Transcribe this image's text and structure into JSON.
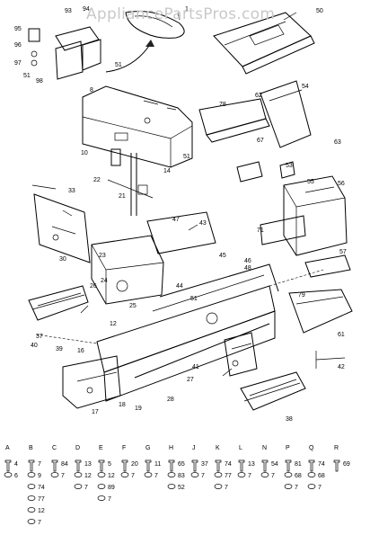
{
  "watermark": "AppliancePartsPros.com",
  "colors": {
    "ink": "#000000",
    "watermark": "#c9c9c9",
    "paper": "#ffffff"
  },
  "callouts": {
    "top": [
      "93",
      "94",
      "1",
      "50",
      "95",
      "96",
      "97",
      "51",
      "51",
      "54",
      "98",
      "78",
      "62",
      "63",
      "67",
      "53",
      "55",
      "56",
      "57",
      "8",
      "10",
      "51",
      "14",
      "22",
      "21",
      "23",
      "24",
      "26",
      "25",
      "12",
      "30",
      "33",
      "43",
      "44",
      "45",
      "46",
      "47",
      "48",
      "51",
      "40",
      "37",
      "39",
      "16",
      "17",
      "18",
      "19",
      "27",
      "28",
      "41",
      "71",
      "79",
      "38",
      "42",
      "61"
    ],
    "letters": [
      "A",
      "B",
      "C",
      "D",
      "E",
      "F",
      "G",
      "H",
      "J",
      "K",
      "L",
      "N",
      "P",
      "Q",
      "R"
    ]
  },
  "hardware": {
    "columns": [
      {
        "letter": "A",
        "labels": [
          "4",
          "6"
        ]
      },
      {
        "letter": "B",
        "labels": [
          "7",
          "9",
          "74",
          "77",
          "12",
          "7"
        ]
      },
      {
        "letter": "C",
        "labels": [
          "84",
          "7"
        ]
      },
      {
        "letter": "D",
        "labels": [
          "13",
          "12",
          "7"
        ]
      },
      {
        "letter": "E",
        "labels": [
          "5",
          "12",
          "89",
          "7"
        ]
      },
      {
        "letter": "F",
        "labels": [
          "20",
          "7"
        ]
      },
      {
        "letter": "G",
        "labels": [
          "11",
          "7"
        ]
      },
      {
        "letter": "H",
        "labels": [
          "65",
          "83",
          "52"
        ]
      },
      {
        "letter": "J",
        "labels": [
          "37",
          "7"
        ]
      },
      {
        "letter": "K",
        "labels": [
          "74",
          "77",
          "7"
        ]
      },
      {
        "letter": "L",
        "labels": [
          "13",
          "7"
        ]
      },
      {
        "letter": "N",
        "labels": [
          "54",
          "7"
        ]
      },
      {
        "letter": "P",
        "labels": [
          "81",
          "68",
          "7"
        ]
      },
      {
        "letter": "Q",
        "labels": [
          "74",
          "68",
          "7"
        ]
      },
      {
        "letter": "R",
        "labels": [
          "69"
        ]
      }
    ]
  }
}
